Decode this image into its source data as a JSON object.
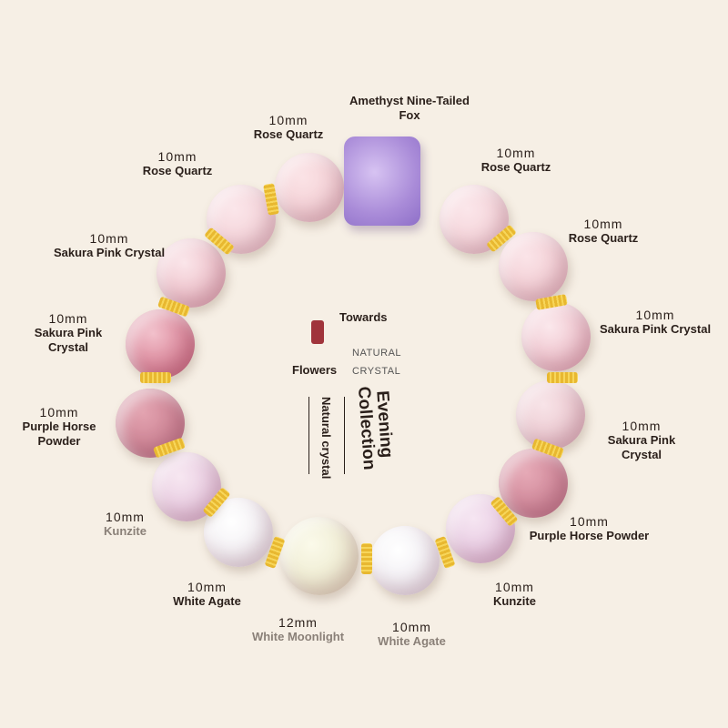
{
  "center": {
    "towards": "Towards",
    "flowers": "Flowers",
    "natural": "NATURAL",
    "crystal": "CRYSTAL",
    "natural_crystal": "Natural crystal",
    "evening": "Evening",
    "collection": "Collection"
  },
  "labels": [
    {
      "size": "",
      "name": "Amethyst Nine-Tailed Fox"
    },
    {
      "size": "10mm",
      "name": "Rose Quartz"
    },
    {
      "size": "10mm",
      "name": "Rose Quartz"
    },
    {
      "size": "10mm",
      "name": "Rose Quartz"
    },
    {
      "size": "10mm",
      "name": "Rose Quartz"
    },
    {
      "size": "10mm",
      "name": "Sakura Pink Crystal"
    },
    {
      "size": "10mm",
      "name": "Sakura Pink Crystal"
    },
    {
      "size": "10mm",
      "name": "Sakura Pink Crystal"
    },
    {
      "size": "10mm",
      "name": "Sakura Pink Crystal"
    },
    {
      "size": "10mm",
      "name": "Purple Horse Powder"
    },
    {
      "size": "10mm",
      "name": "Purple Horse Powder"
    },
    {
      "size": "10mm",
      "name": "Kunzite"
    },
    {
      "size": "10mm",
      "name": "Kunzite"
    },
    {
      "size": "10mm",
      "name": "White Agate"
    },
    {
      "size": "10mm",
      "name": "White Agate"
    },
    {
      "size": "12mm",
      "name": "White Moonlight"
    }
  ]
}
